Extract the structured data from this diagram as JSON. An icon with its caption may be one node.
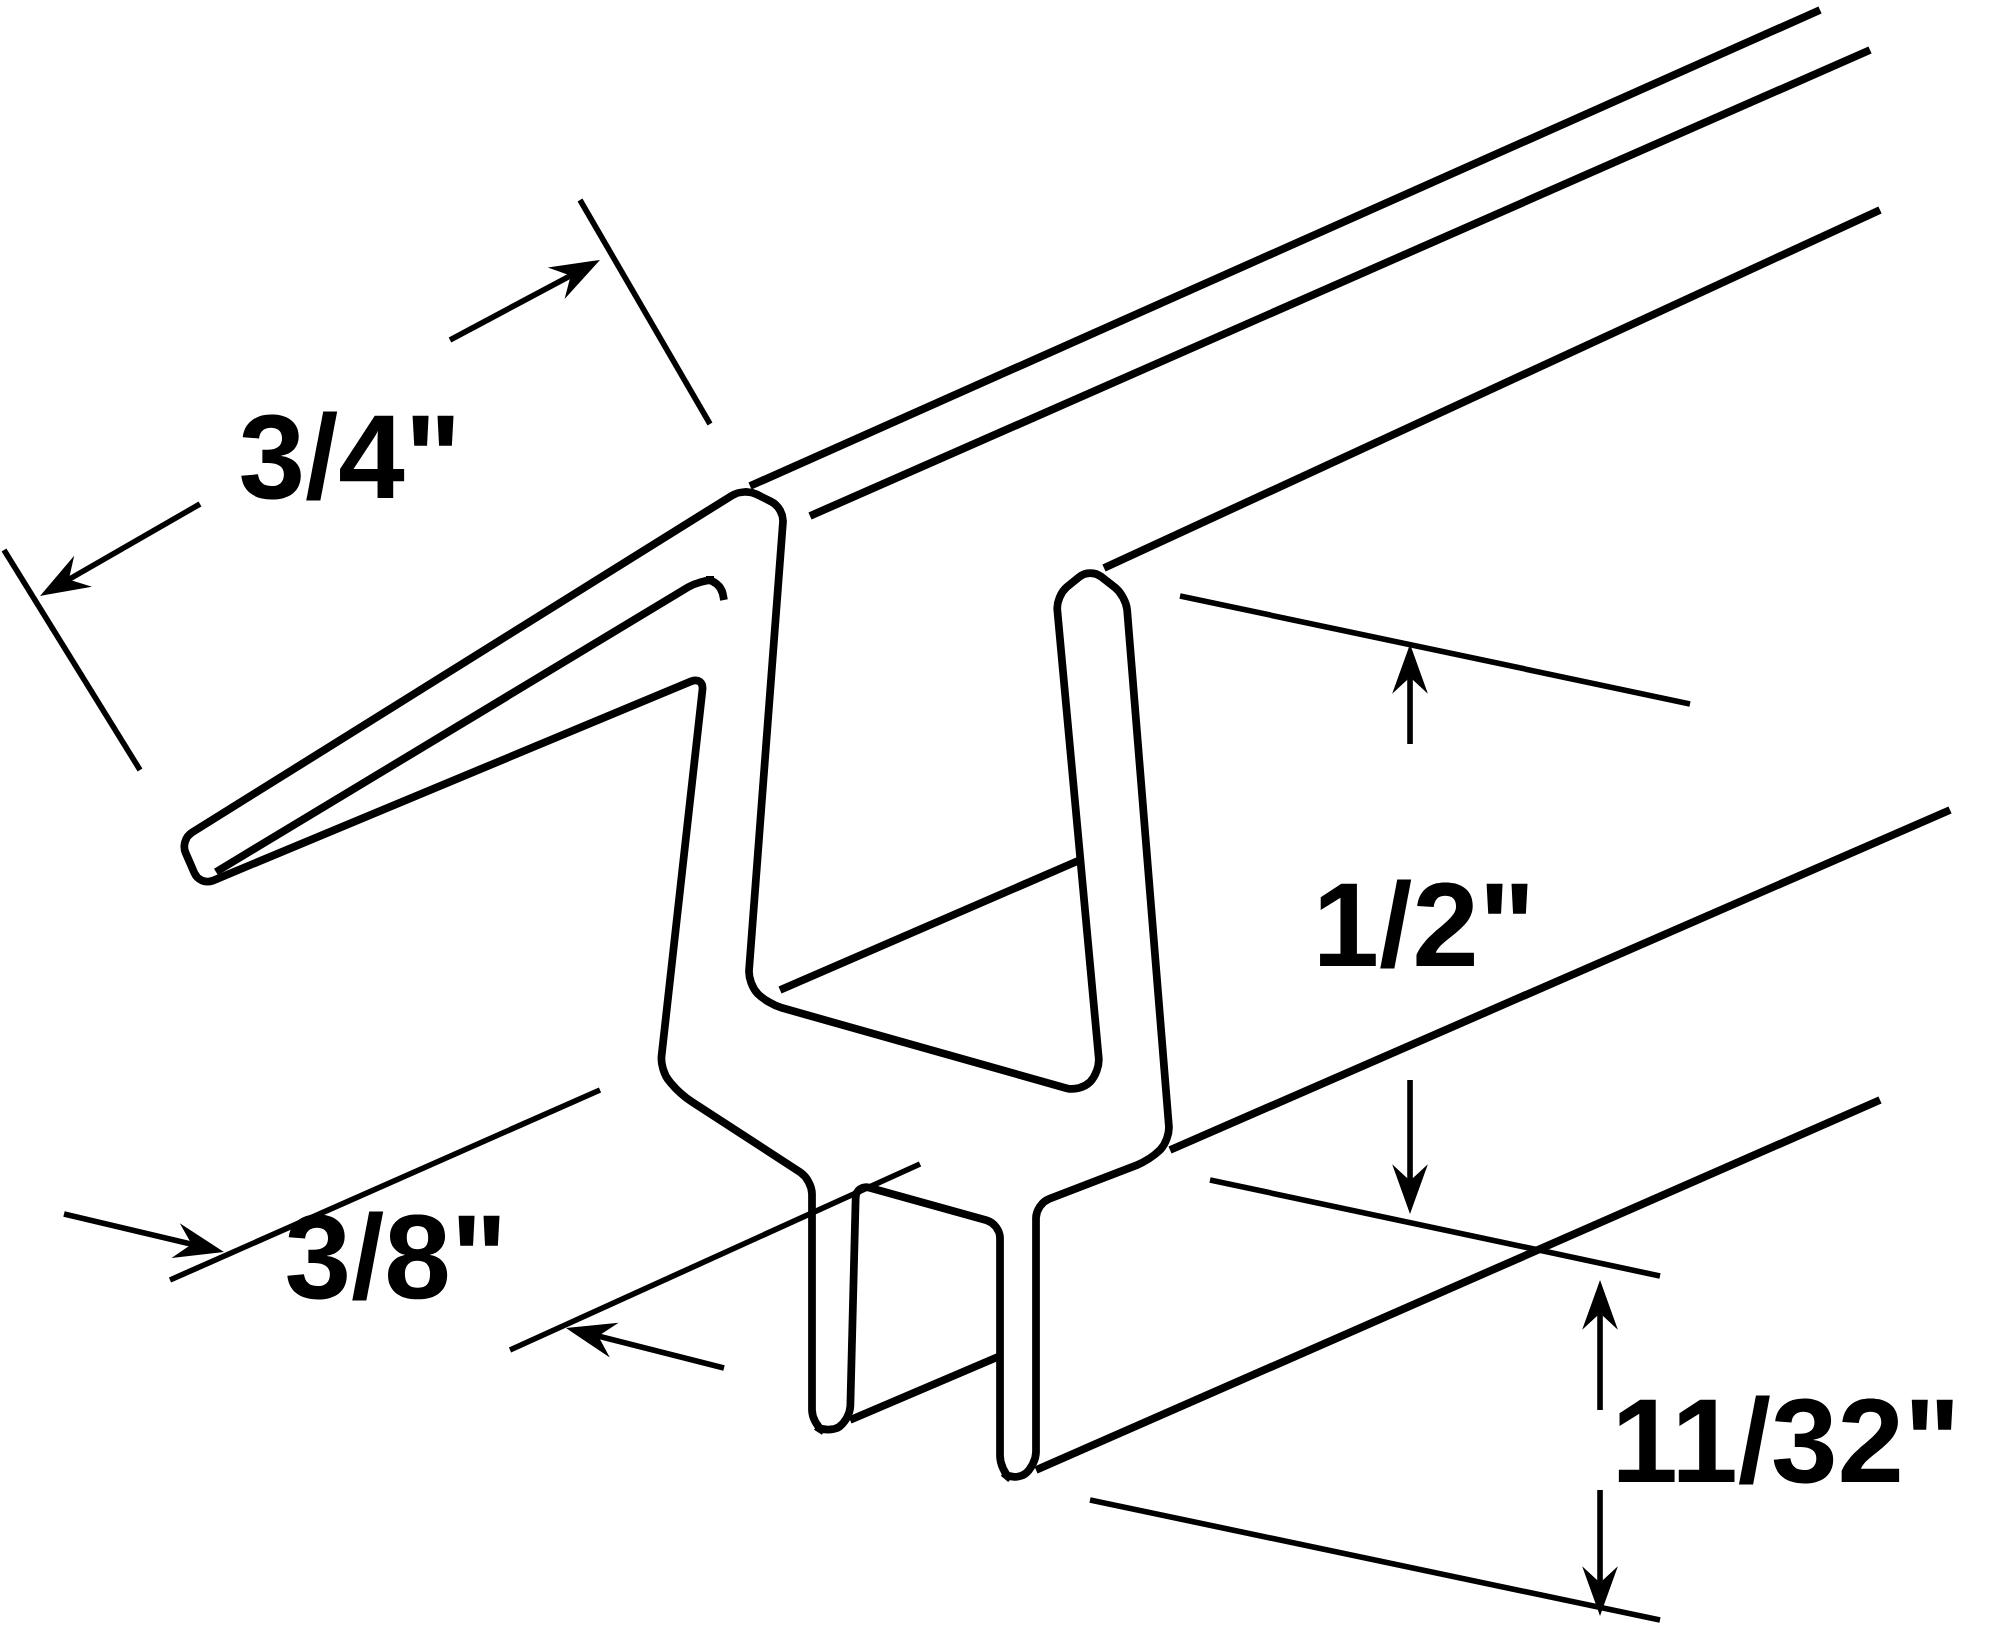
{
  "diagram": {
    "labels": [
      "3/4\"",
      "1/2\"",
      "3/8\"",
      "11/32\""
    ]
  }
}
